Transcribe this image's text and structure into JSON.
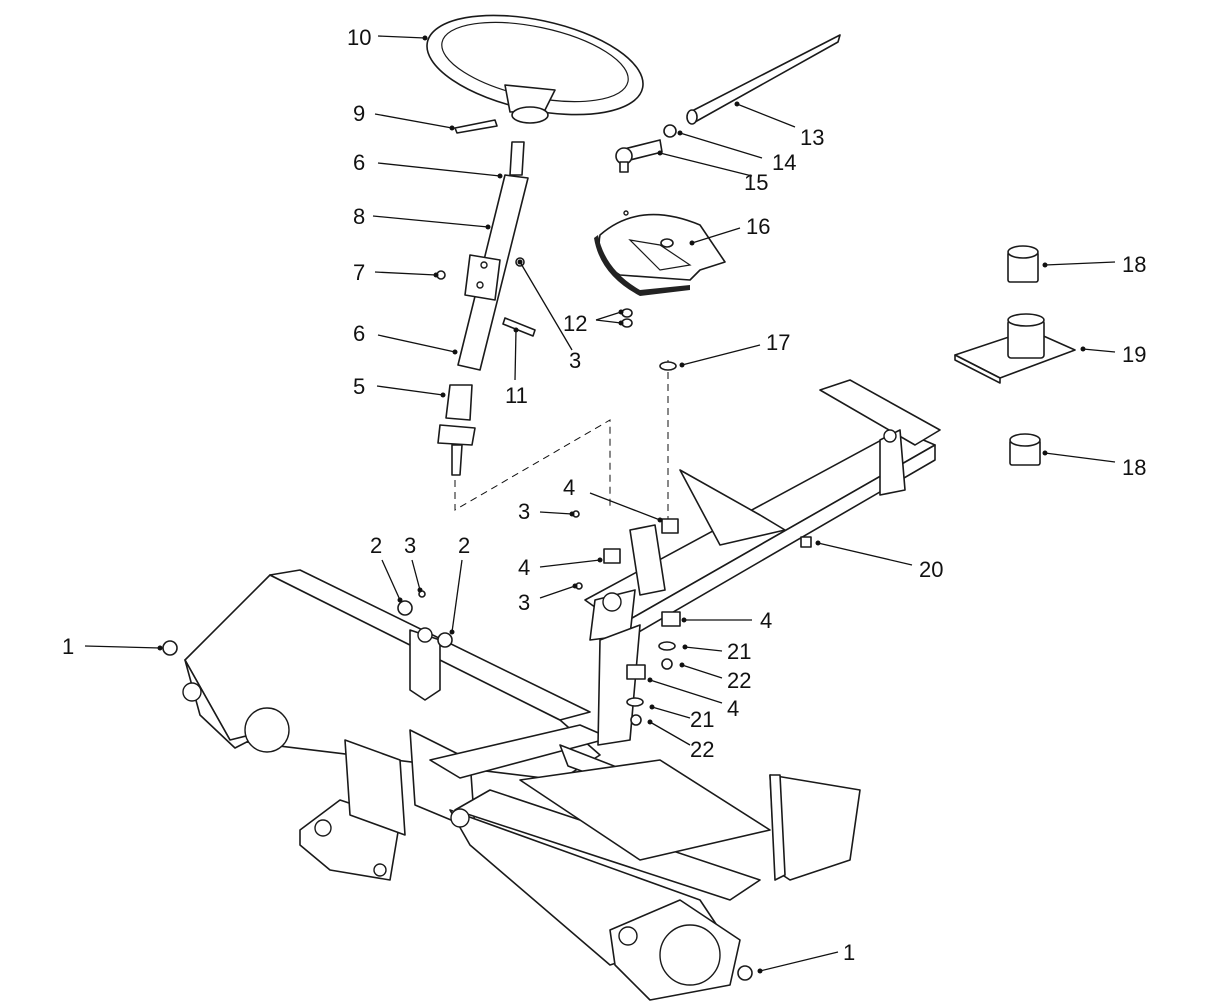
{
  "callouts": {
    "c1a": "1",
    "c1b": "1",
    "c2a": "2",
    "c2b": "2",
    "c3a": "3",
    "c3b": "3",
    "c3c": "3",
    "c3d": "3",
    "c4a": "4",
    "c4b": "4",
    "c4c": "4",
    "c4d": "4",
    "c5": "5",
    "c6a": "6",
    "c6b": "6",
    "c7": "7",
    "c8": "8",
    "c9": "9",
    "c10": "10",
    "c11": "11",
    "c12": "12",
    "c13": "13",
    "c14": "14",
    "c15": "15",
    "c16": "16",
    "c17": "17",
    "c18a": "18",
    "c18b": "18",
    "c19": "19",
    "c20": "20",
    "c21a": "21",
    "c21b": "21",
    "c22a": "22",
    "c22b": "22"
  },
  "colors": {
    "line": "#1a1a1a",
    "background": "#ffffff"
  }
}
